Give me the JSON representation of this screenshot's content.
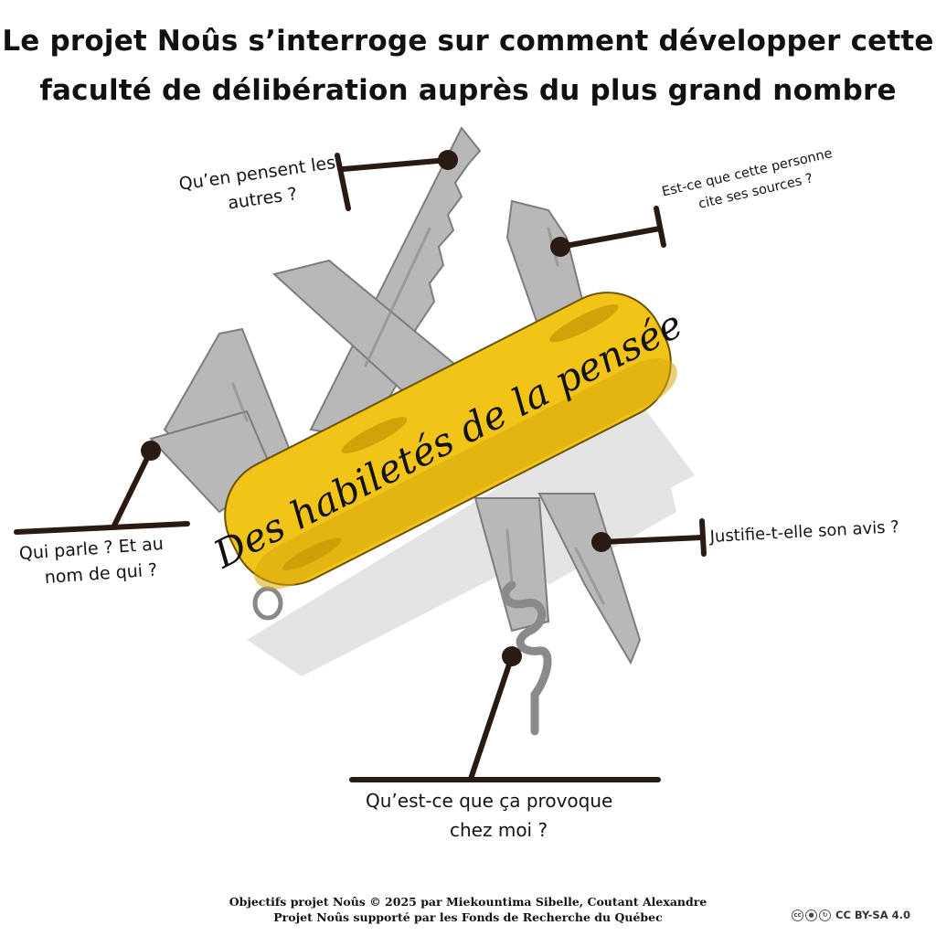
{
  "title": {
    "line1": "Le projet Noûs s’interroge sur comment développer cette",
    "line2": "faculté de délibération auprès du plus grand nombre"
  },
  "knife_label": "Des habiletés de la pensée",
  "questions": {
    "q_others": {
      "line1": "Qu’en pensent les",
      "line2": "autres ?"
    },
    "q_sources": {
      "line1": "Est-ce que cette personne",
      "line2": "cite ses sources ?"
    },
    "q_who": {
      "line1": "Qui parle ? Et au",
      "line2": "nom de qui ?"
    },
    "q_justify": {
      "line1": "Justifie-t-elle son avis ?"
    },
    "q_provoke": {
      "line1": "Qu’est-ce que ça provoque",
      "line2": "chez moi ?"
    }
  },
  "footer": {
    "line1": "Objectifs projet Noûs © 2025 par  Miekountima Sibelle, Coutant Alexandre",
    "line2": "Projet Noûs supporté par les Fonds de Recherche du Québec"
  },
  "license": {
    "text": "CC BY-SA 4.0",
    "icons": [
      "cc-icon",
      "by-icon",
      "sa-icon"
    ]
  },
  "colors": {
    "handle": "#f2c418",
    "blade": "#b5b5b5",
    "line": "#2a1a14"
  }
}
